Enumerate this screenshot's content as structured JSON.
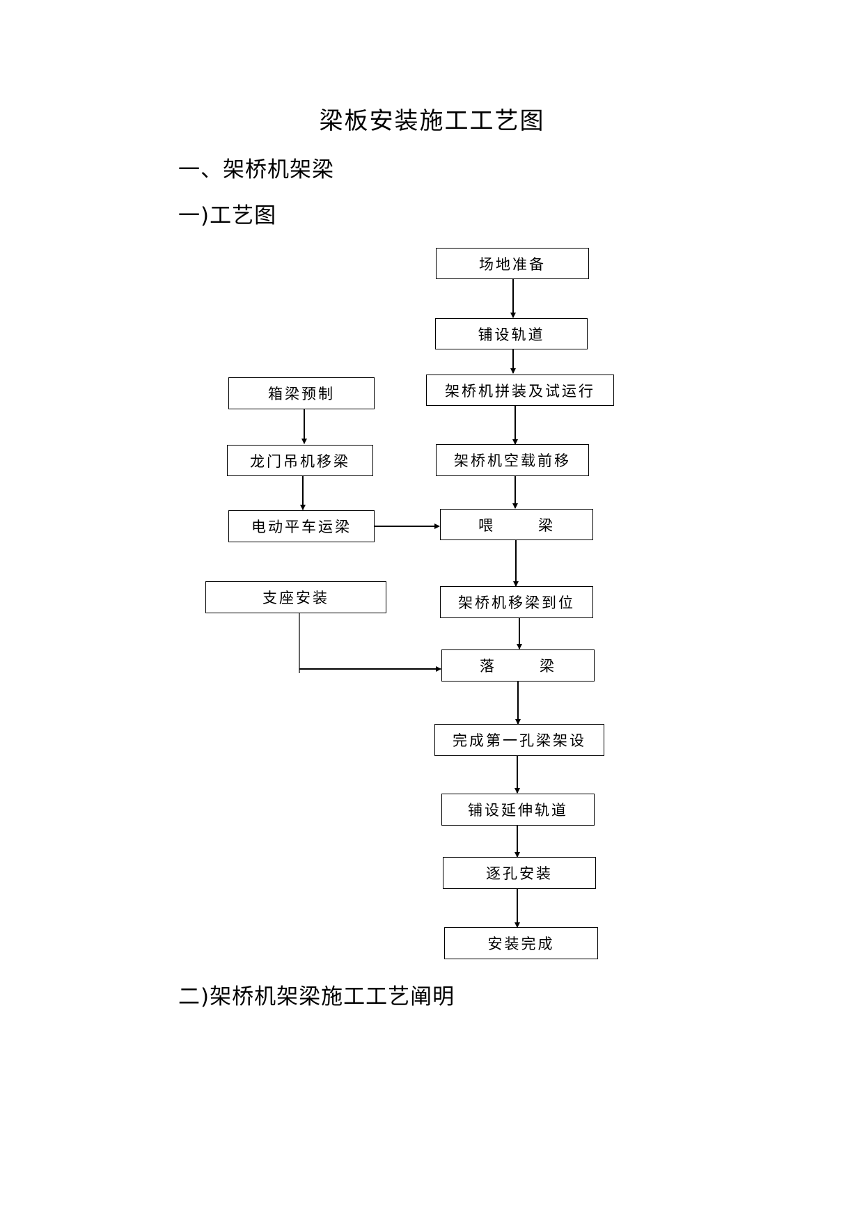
{
  "title": "梁板安装施工工艺图",
  "section1": "一、架桥机架梁",
  "subsection1": "一)工艺图",
  "section2": "二)架桥机架梁施工工艺阐明",
  "flow": {
    "site_prep": "场地准备",
    "lay_track": "铺设轨道",
    "assemble": "架桥机拼装及试运行",
    "empty_move": "架桥机空载前移",
    "feed_a": "喂",
    "feed_b": "梁",
    "move_beam": "架桥机移梁到位",
    "drop_a": "落",
    "drop_b": "梁",
    "first_span": "完成第一孔梁架设",
    "extend_track": "铺设延伸轨道",
    "span_by_span": "逐孔安装",
    "done": "安装完成",
    "box_precast": "箱梁预制",
    "gantry_move": "龙门吊机移梁",
    "cart_transport": "电动平车运梁",
    "bearing": "支座安装"
  }
}
